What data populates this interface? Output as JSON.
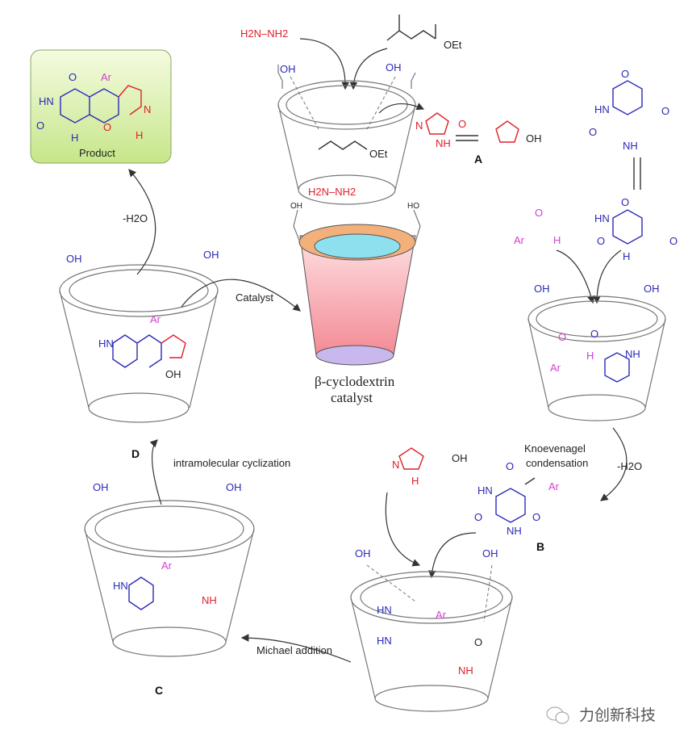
{
  "reagents": {
    "hydrazine": "H2N–NH2",
    "ester_group": "OEt",
    "hydroxyl": "OH",
    "hydroxyl_rev": "HO",
    "aryl": "Ar",
    "aldehyde_h": "H",
    "nh": "NH",
    "hn": "HN",
    "h": "H",
    "n": "N",
    "o": "O"
  },
  "labels": {
    "A": "A",
    "B": "B",
    "C": "C",
    "D": "D"
  },
  "product": {
    "label": "Product",
    "bg_color": "#d8f0a0"
  },
  "catalyst": {
    "line1": "β-cyclodextrin",
    "line2": "catalyst",
    "rim_color": "#f3b07a",
    "cavity_color": "#8fe0ee",
    "body_color": "#f5a0a8",
    "base_color": "#c9b8ee"
  },
  "steps": {
    "dehydration_top": "-H2O",
    "catalyst": "Catalyst",
    "knoevenagel_1": "Knoevenagel",
    "knoevenagel_2": "condensation",
    "dehydration_b": "-H2O",
    "cyclization": "intramolecular cyclization",
    "michael": "Michael addition"
  },
  "watermark": {
    "text": "力创新科技",
    "icon": "wechat-icon"
  },
  "colors": {
    "nitrogen_ring": "#2a2ab8",
    "hydrazine": "#e0202a",
    "aryl": "#d23fd2"
  }
}
